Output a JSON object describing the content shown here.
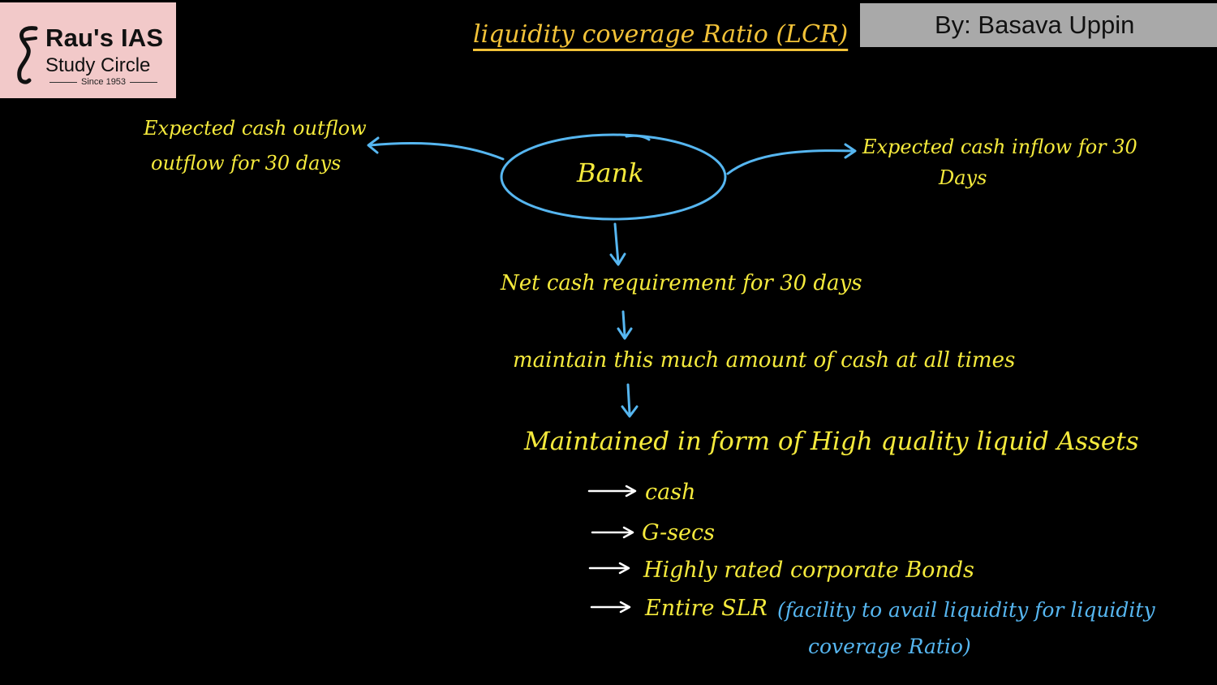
{
  "branding": {
    "logo_name": "Rau's IAS",
    "logo_subtitle": "Study Circle",
    "logo_since": "Since 1953",
    "author": "By: Basava Uppin"
  },
  "diagram": {
    "title": "liquidity coverage Ratio (LCR)",
    "center_node": "Bank",
    "outflow_line1": "Expected cash outflow",
    "outflow_line2": "outflow for 30 days",
    "inflow_line1": "Expected cash inflow for 30",
    "inflow_line2": "Days",
    "step1": "Net cash requirement for 30 days",
    "step2": "maintain this much amount of cash at all times",
    "step3": "Maintained in form of High quality liquid Assets",
    "items": [
      "cash",
      "G-secs",
      "Highly rated corporate Bonds",
      "Entire SLR"
    ],
    "note_line1": "(facility to avail liquidity for liquidity",
    "note_line2": "coverage Ratio)"
  },
  "colors": {
    "background": "#000000",
    "text_yellow": "#f5ea3c",
    "title_orange": "#f2c238",
    "arrow_blue": "#56b6f0",
    "logo_bg": "#f2c9c9",
    "author_bg": "#a9a9a9"
  }
}
